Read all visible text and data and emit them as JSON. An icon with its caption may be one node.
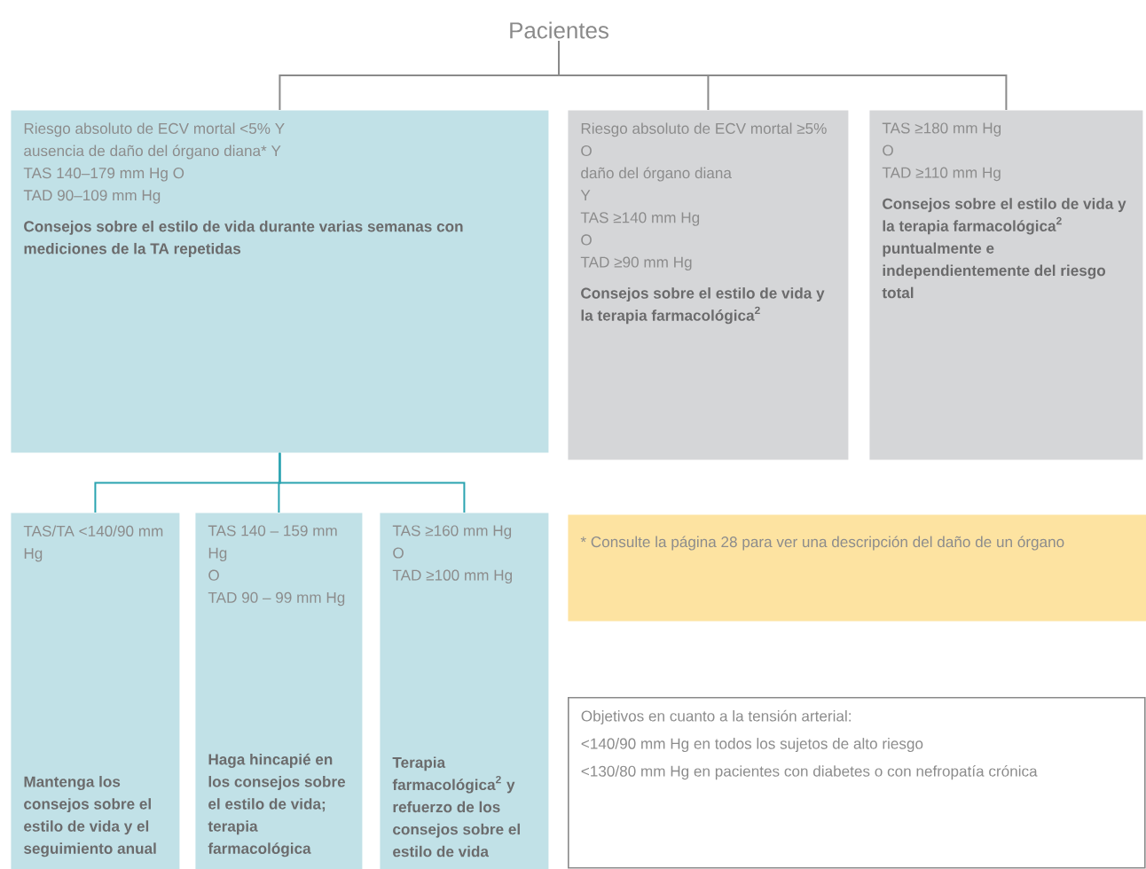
{
  "diagram": {
    "nodes": [
      {
        "text": [
          "Pacientes"
        ]
      },
      {
        "text": [
          "Riesgo absoluto de ECV mortal <5% Y",
          "ausencia de daño del órgano diana* Y",
          "TAS 140–179 mm Hg O",
          "TAD 90–109 mm Hg",
          "Consejos sobre el estilo de vida durante varias semanas con mediciones de la TA repetidas"
        ]
      },
      {
        "text": [
          "Riesgo absoluto de ECV mortal ≥5%",
          "O",
          "daño del órgano diana",
          "Y",
          "TAS ≥140 mm Hg",
          "O",
          "TAD ≥90 mm Hg",
          "Consejos sobre el estilo de vida y la terapia farmacológica$^{2}$"
        ]
      },
      {
        "text": [
          "TAS ≥180 mm Hg",
          "O",
          "TAD ≥110 mm Hg",
          "Consejos sobre el estilo de vida y la terapia farmacológica$^{2}$ puntualmente e independientemente del riesgo total"
        ]
      },
      {
        "text": [
          "TAS/TA <140/90 mm Hg",
          "Mantenga los consejos sobre el estilo de vida y el seguimiento anual"
        ]
      },
      {
        "text": [
          "TAS 140 – 159 mm Hg",
          "O",
          "TAD 90 – 99 mm Hg",
          "Haga hincapié en los consejos sobre el estilo de vida; terapia farmacológica"
        ]
      },
      {
        "text": [
          "TAS ≥160 mm Hg",
          "O",
          "TAD ≥100 mm Hg",
          "Terapia farmacológica$^{2}$ y refuerzo de los consejos sobre el estilo de vida"
        ]
      },
      {
        "text": [
          "* Consulte la página 28 para ver una descripción del daño de un órgano"
        ]
      },
      {
        "text": [
          "Objetivos en cuanto a la tensión arterial:",
          "<140/90 mm Hg en todos los sujetos de alto riesgo",
          "<130/80 mm Hg en pacientes con diabetes o con nefropatía crónica"
        ]
      }
    ],
    "edges": [
      {
        "from": 0,
        "to": 1,
        "arrow": "none"
      },
      {
        "from": 0,
        "to": 2,
        "arrow": "none"
      },
      {
        "from": 0,
        "to": 3,
        "arrow": "none"
      },
      {
        "from": 1,
        "to": 4,
        "arrow": "none",
        "color": "#2aa3b0"
      },
      {
        "from": 1,
        "to": 5,
        "arrow": "none",
        "color": "#2aa3b0"
      },
      {
        "from": 1,
        "to": 6,
        "arrow": "none",
        "color": "#2aa3b0"
      }
    ]
  }
}
